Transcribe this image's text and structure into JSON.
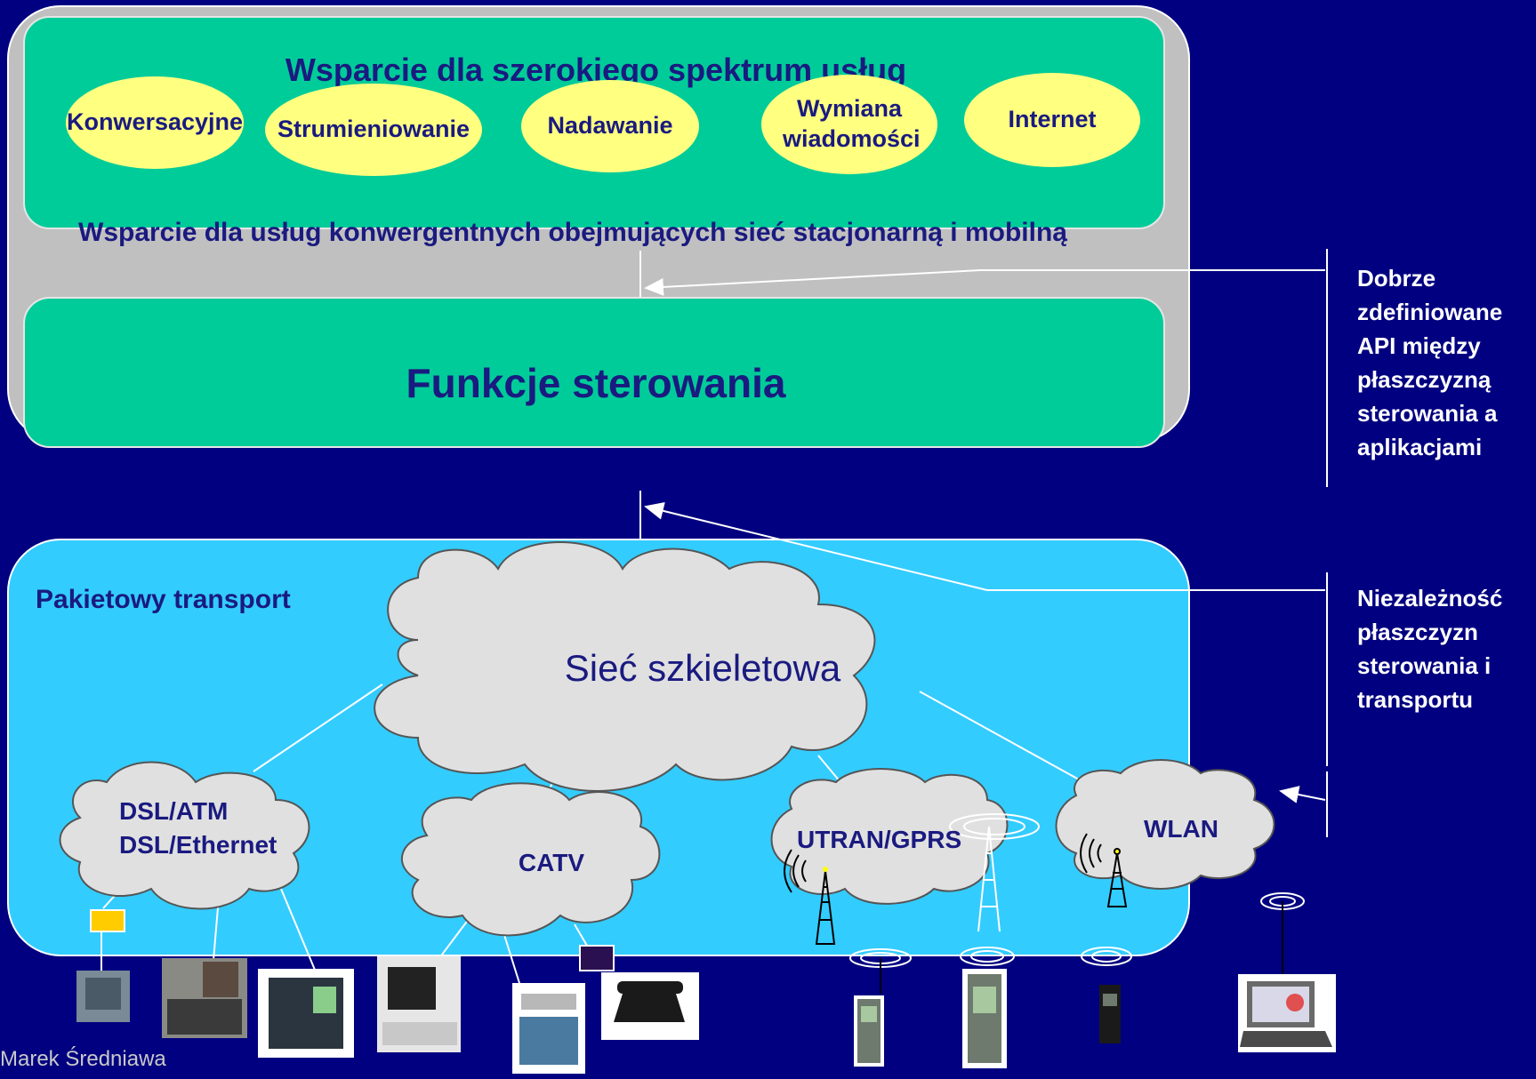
{
  "services": {
    "title": "Wsparcie dla szerokiego spektrum usług",
    "items": [
      {
        "label": "Konwersacyjne"
      },
      {
        "label": "Strumieniowanie"
      },
      {
        "label": "Nadawanie"
      },
      {
        "label": "Wymiana wiadomości"
      },
      {
        "label": "Internet"
      }
    ],
    "convergence": "Wsparcie dla usług konwergentnych obejmujących sieć stacjonarną i mobilną"
  },
  "control": {
    "title": "Funkcje sterowania"
  },
  "side_notes": {
    "api": "Dobrze zdefiniowane API między płaszczyzną sterowania a aplikacjami",
    "independence": "Niezależność płaszczyzn sterowania i transportu"
  },
  "transport": {
    "title": "Pakietowy transport",
    "backbone": "Sieć szkieletowa",
    "access_networks": {
      "dsl": "DSL/ATM\nDSL/Ethernet",
      "catv": "CATV",
      "utran": "UTRAN/GPRS",
      "wlan": "WLAN"
    }
  },
  "colors": {
    "background": "#000080",
    "panel_gray": "#c0c0c0",
    "services_green": "#00cc99",
    "transport_blue": "#33ccff",
    "ellipse_yellow": "#ffff80",
    "cloud": "#e0e0e0"
  },
  "footer": {
    "author": "Marek Średniawa"
  }
}
